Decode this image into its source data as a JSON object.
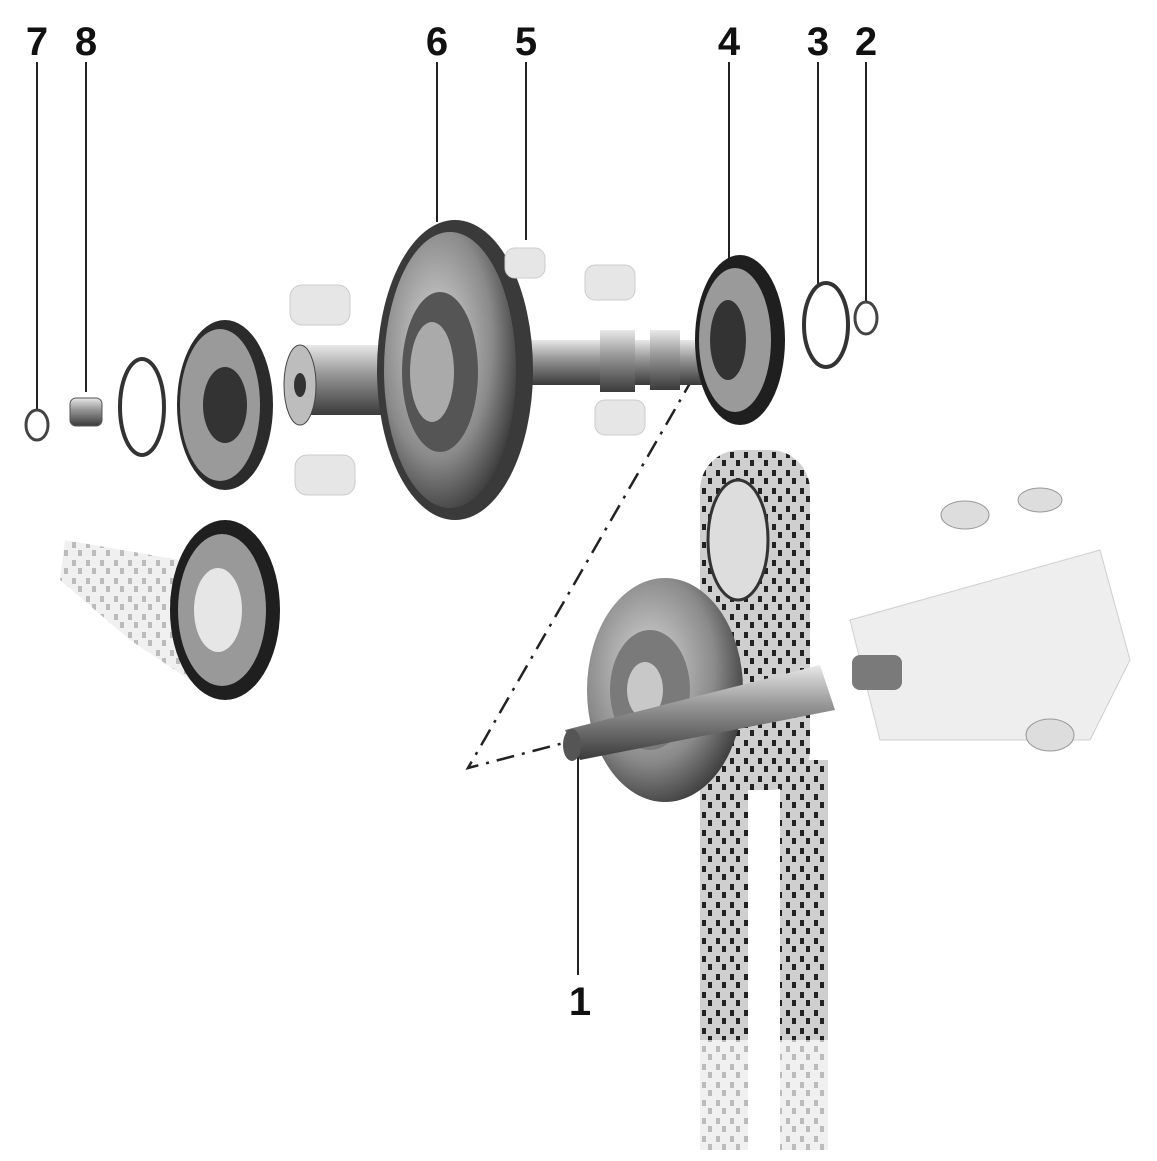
{
  "callouts": {
    "c1": "1",
    "c2": "2",
    "c3": "3",
    "c4": "4",
    "c5": "5",
    "c6": "6",
    "c7": "7",
    "c8": "8"
  },
  "colors": {
    "ink": "#111111",
    "metal_dark": "#3a3a3a",
    "metal_mid": "#8a8a8a",
    "metal_light": "#d4d4d4",
    "background": "#ffffff"
  }
}
